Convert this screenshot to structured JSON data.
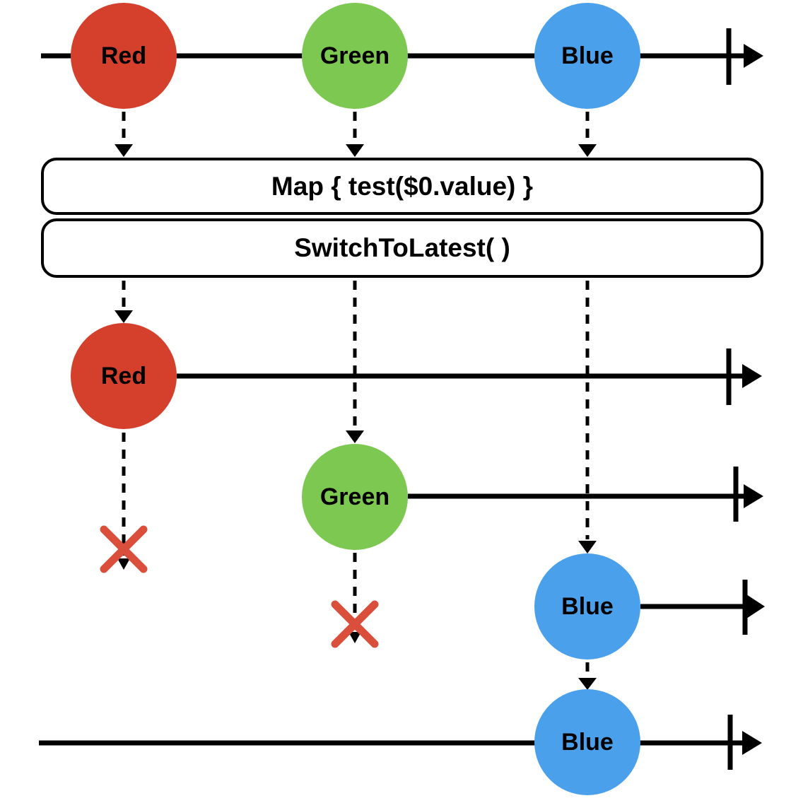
{
  "diagram": {
    "kind": "marble-diagram",
    "colors": {
      "red": "#D5402C",
      "green": "#7CC851",
      "blue": "#4BA0EB",
      "cancel_x": "#D94F3C",
      "line": "#000000"
    },
    "input_stream": {
      "marbles": [
        {
          "label": "Red"
        },
        {
          "label": "Green"
        },
        {
          "label": "Blue"
        }
      ]
    },
    "operators": [
      {
        "label": "Map { test($0.value) }"
      },
      {
        "label": "SwitchToLatest( )"
      }
    ],
    "inner_streams": {
      "red": {
        "label": "Red",
        "cancelled": true
      },
      "green": {
        "label": "Green",
        "cancelled": true
      },
      "blue": {
        "label": "Blue",
        "cancelled": false
      }
    },
    "output_stream": {
      "marble": {
        "label": "Blue"
      }
    }
  }
}
